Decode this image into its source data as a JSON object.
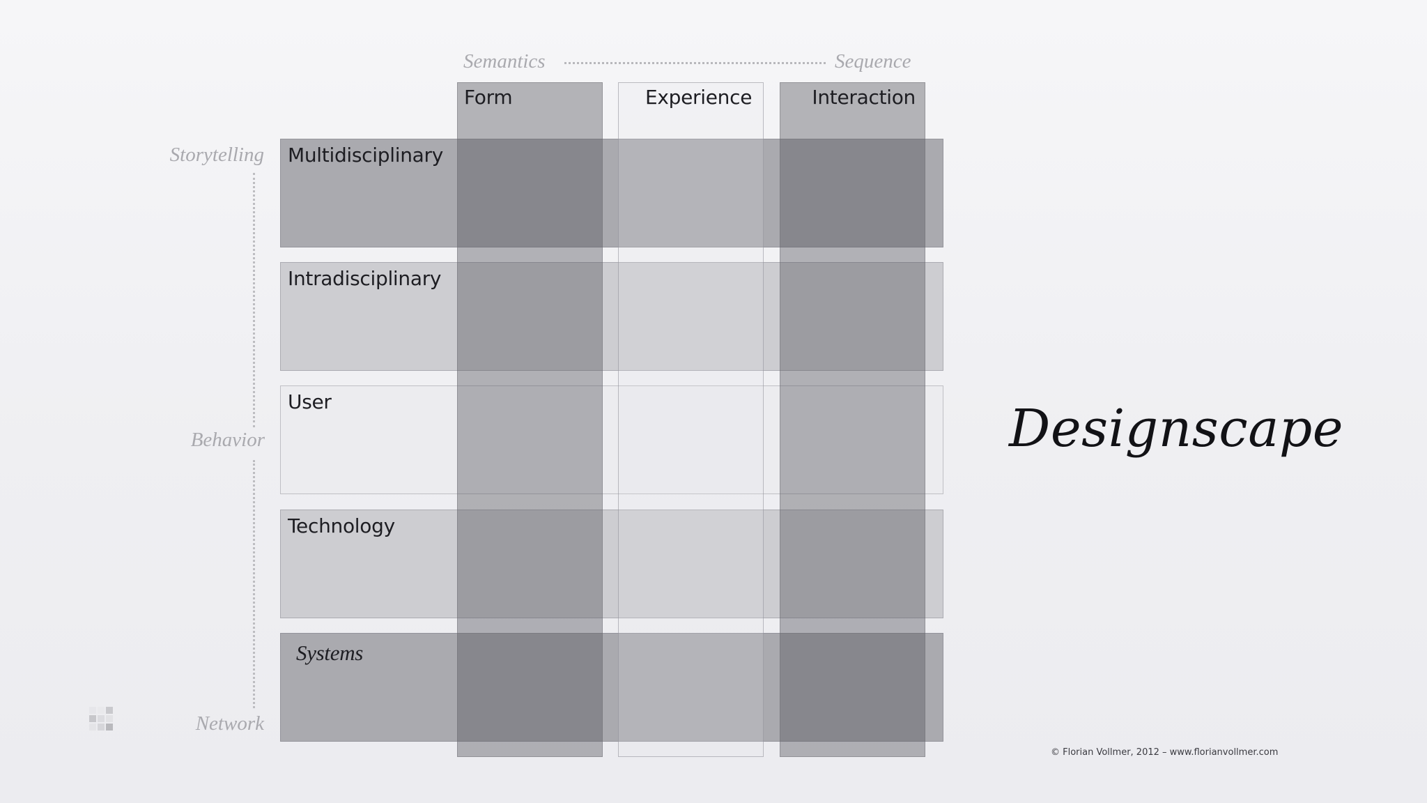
{
  "top_axis": {
    "left": "Semantics",
    "right": "Sequence"
  },
  "left_axis": {
    "top": "Storytelling",
    "middle": "Behavior",
    "bottom": "Network"
  },
  "columns": [
    {
      "label": "Form"
    },
    {
      "label": "Experience"
    },
    {
      "label": "Interaction"
    }
  ],
  "rows": [
    {
      "label": "Multidisciplinary"
    },
    {
      "label": "Intradisciplinary"
    },
    {
      "label": "User"
    },
    {
      "label": "Technology"
    },
    {
      "label": "Systems"
    }
  ],
  "title": "Designscape",
  "footer": "© Florian Vollmer, 2012 – www.florianvollmer.com",
  "colors": {
    "row_dark": "#aaaaaf",
    "row_mid": "#cdcdd1",
    "row_light": "#ececef",
    "col_dark": "#83838b",
    "col_light": "#eaeaee"
  }
}
